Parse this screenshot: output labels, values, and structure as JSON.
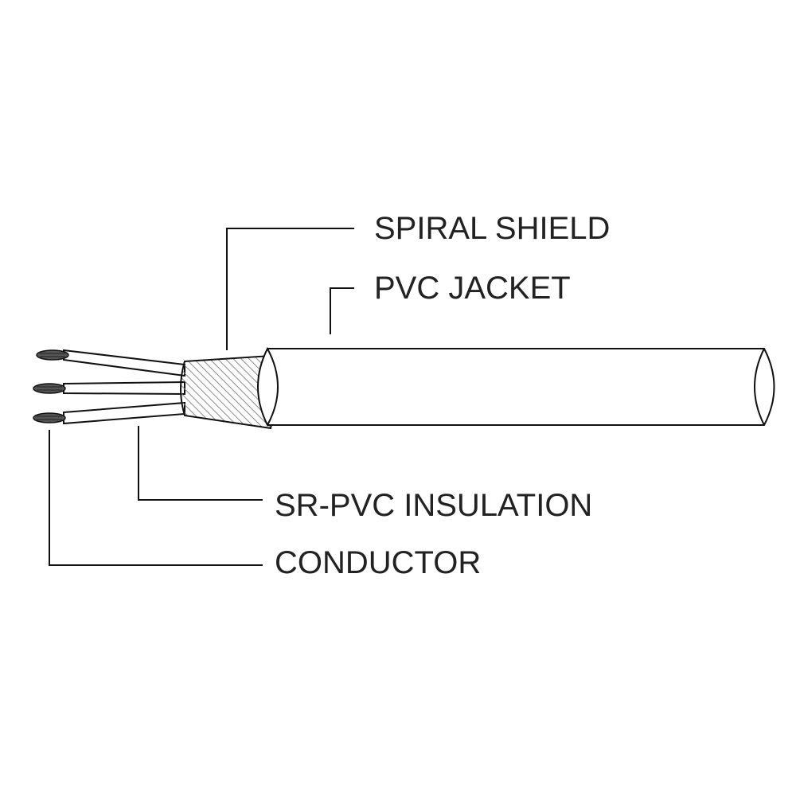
{
  "labels": {
    "spiral_shield": "SPIRAL SHIELD",
    "pvc_jacket": "PVC JACKET",
    "sr_pvc_insulation": "SR-PVC INSULATION",
    "conductor": "CONDUCTOR"
  },
  "colors": {
    "line": "#111111",
    "text": "#222222",
    "hatch": "#8a8a8a",
    "background": "#ffffff"
  }
}
